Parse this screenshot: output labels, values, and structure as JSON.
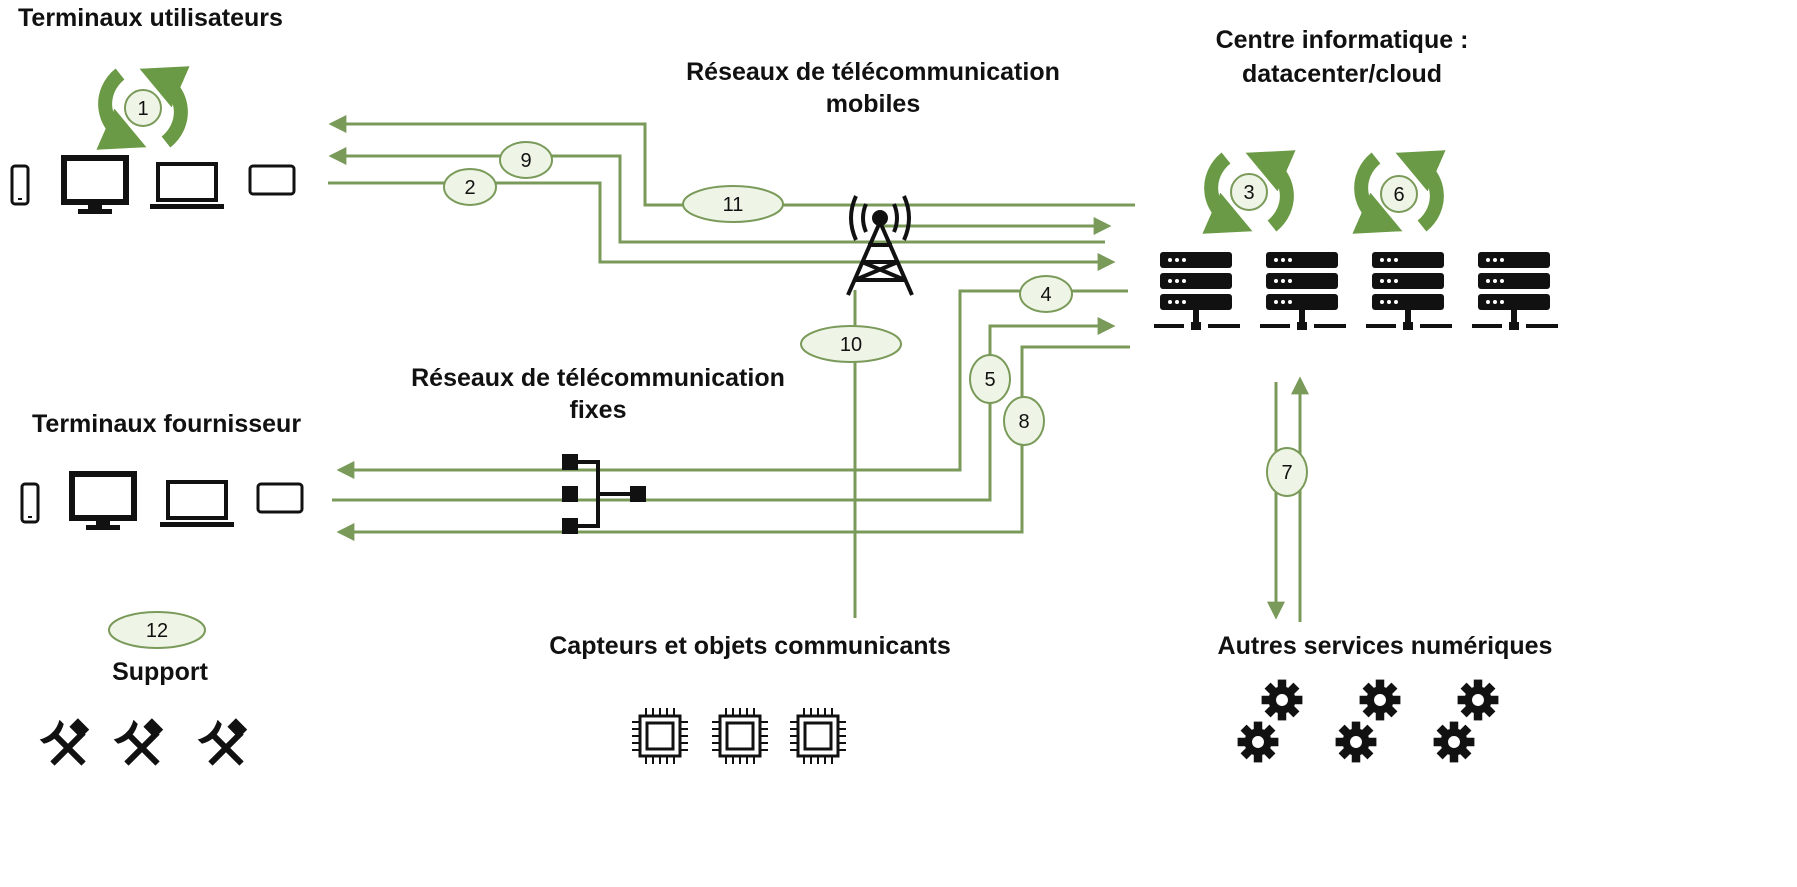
{
  "labels": {
    "user_terminals": "Terminaux utilisateurs",
    "mobile_networks_line1": "Réseaux de télécommunication",
    "mobile_networks_line2": "mobiles",
    "datacenter_line1": "Centre informatique :",
    "datacenter_line2": "datacenter/cloud",
    "fixed_networks_line1": "Réseaux de télécommunication",
    "fixed_networks_line2": "fixes",
    "supplier_terminals": "Terminaux fournisseur",
    "support": "Support",
    "sensors": "Capteurs et objets communicants",
    "other_services": "Autres services numériques"
  },
  "steps": [
    "1",
    "2",
    "3",
    "4",
    "5",
    "6",
    "7",
    "8",
    "9",
    "10",
    "11",
    "12"
  ],
  "colors": {
    "flow_line": "#7a9a5a",
    "cycle_arrow": "#6a9a45",
    "badge_fill": "#eef5e6",
    "icon": "#111111"
  },
  "icons": {
    "terminals": [
      "smartphone-icon",
      "monitor-icon",
      "laptop-icon",
      "tablet-icon"
    ],
    "tower": "antenna-tower-icon",
    "switch": "network-switch-icon",
    "server": "server-rack-icon",
    "support": "hammer-pick-icon",
    "sensor": "chip-icon",
    "service": "gears-icon"
  }
}
